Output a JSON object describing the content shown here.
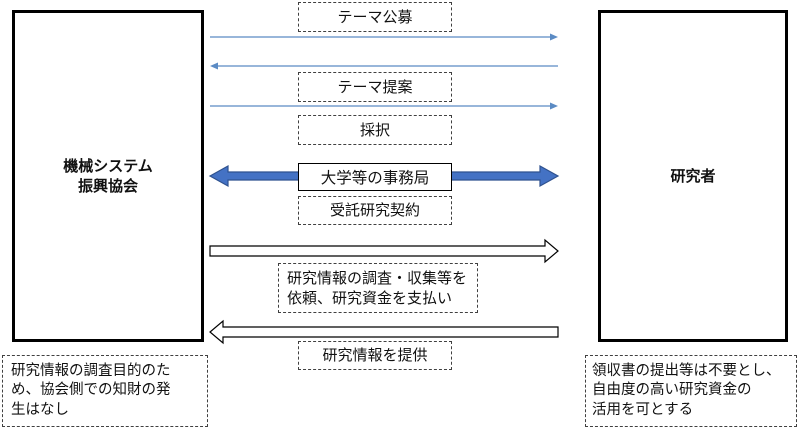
{
  "left_party": {
    "line1": "機械システム",
    "line2": "振興協会"
  },
  "right_party": {
    "label": "研究者"
  },
  "flows": {
    "theme_call": "テーマ公募",
    "theme_proposal": "テーマ提案",
    "adoption": "採択",
    "hub": "大学等の事務局",
    "contract": "受託研究契約",
    "request_line1": "研究情報の調査・収集等を",
    "request_line2": "依頼、研究資金を支払い",
    "provide_info": "研究情報を提供"
  },
  "notes": {
    "left_line1": "研究情報の調査目的のた",
    "left_line2": "め、協会側での知財の発",
    "left_line3": "生はなし",
    "right_line1": "領収書の提出等は不要とし、",
    "right_line2": "自由度の高い研究資金の",
    "right_line3": "活用を可とする"
  },
  "colors": {
    "thin_arrow": "#5b8bc4",
    "hub_arrow_fill": "#4472c4",
    "hub_arrow_stroke": "#2f528f"
  }
}
